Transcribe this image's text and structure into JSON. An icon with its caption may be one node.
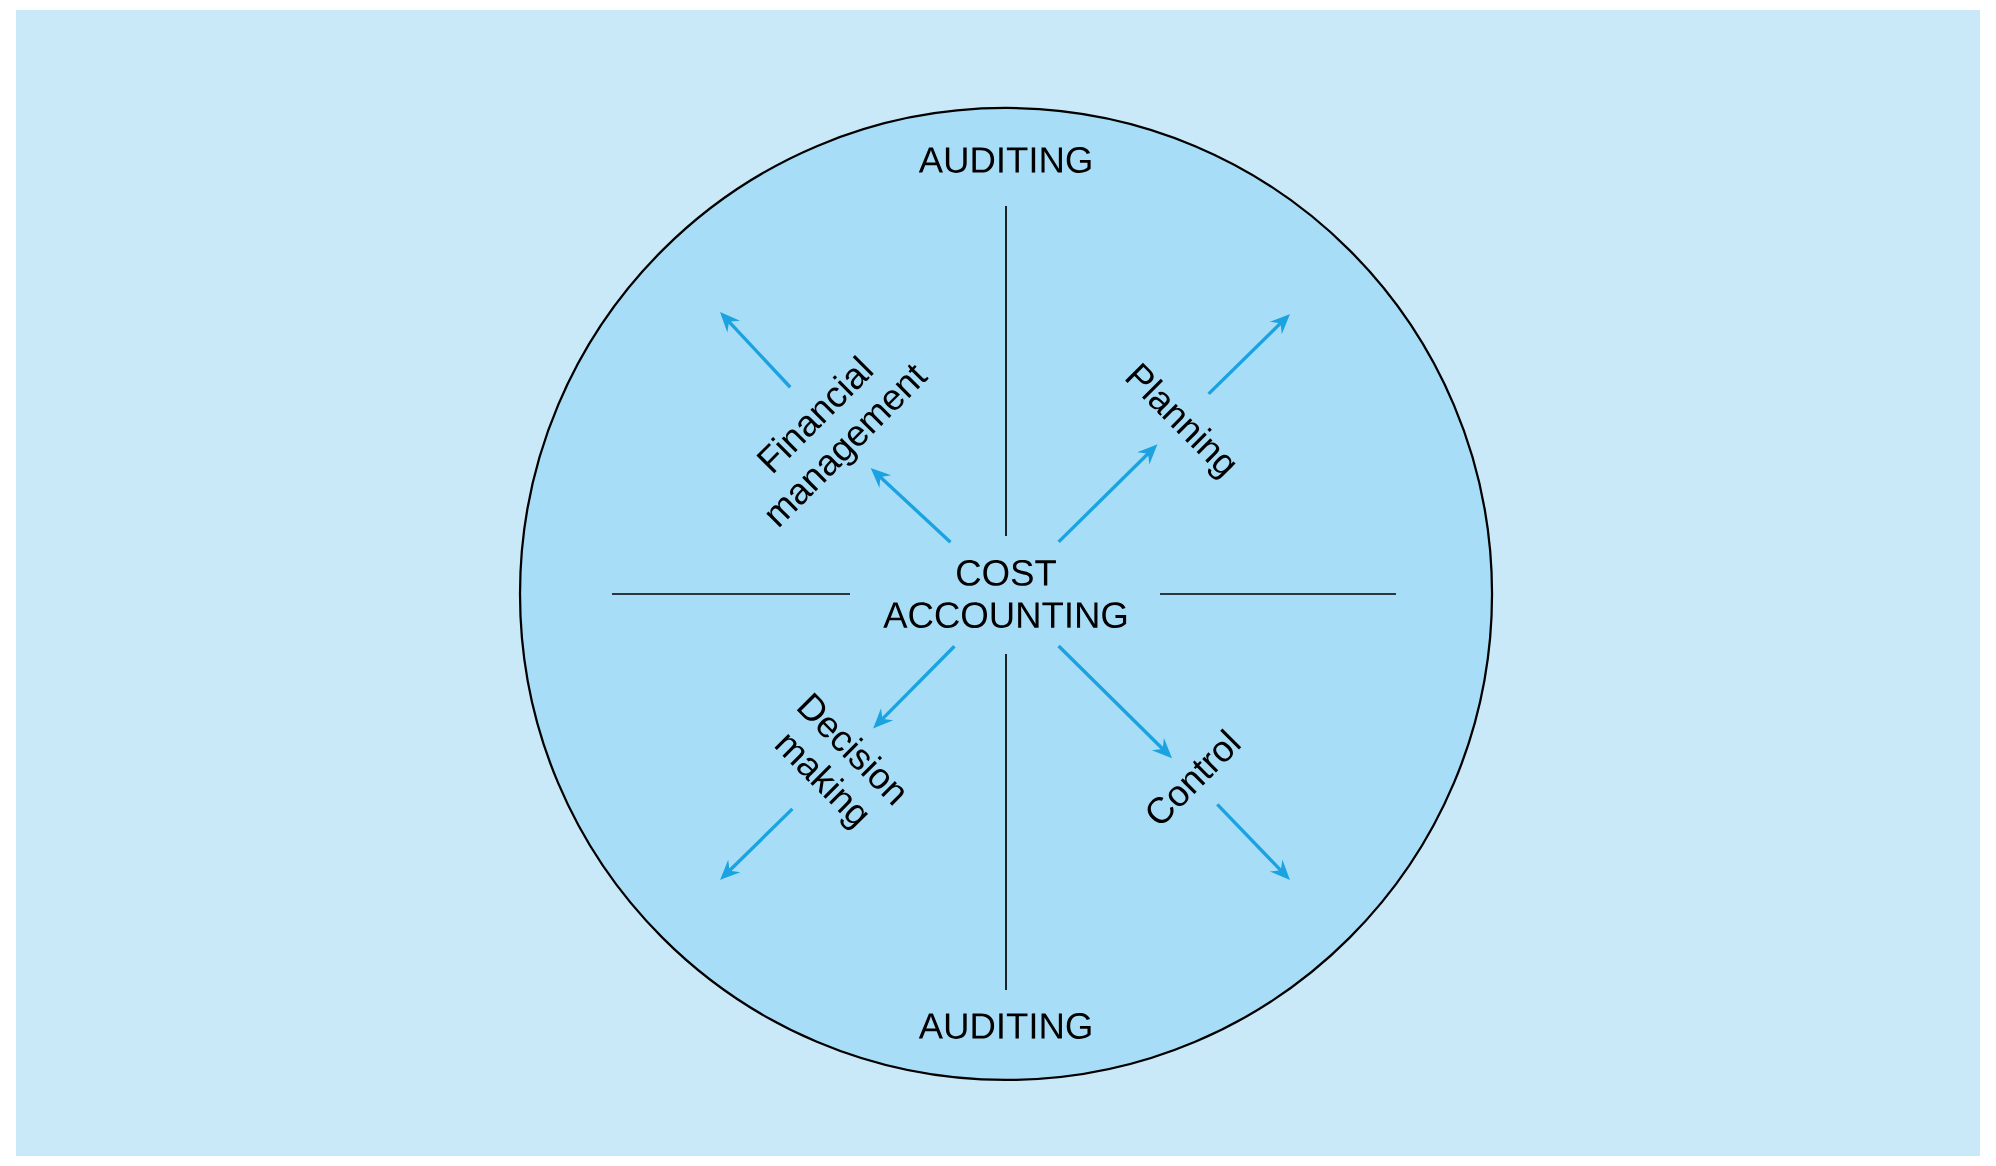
{
  "diagram": {
    "nodes": [
      {
        "text": [
          "AUDITING",
          "AUDITING"
        ]
      },
      {
        "text": [
          "COST ACCOUNTING"
        ],
        "in": 0
      },
      {
        "text": [
          "Financial management"
        ],
        "in": 0
      },
      {
        "text": [
          "Planning"
        ],
        "in": 0
      },
      {
        "text": [
          "Decision making"
        ],
        "in": 0
      },
      {
        "text": [
          "Control"
        ],
        "in": 0
      }
    ],
    "edges": [
      {
        "from": 1,
        "to": 2,
        "arrow": "to"
      },
      {
        "from": 1,
        "to": 3,
        "arrow": "to"
      },
      {
        "from": 1,
        "to": 4,
        "arrow": "to"
      },
      {
        "from": 1,
        "to": 5,
        "arrow": "to"
      },
      {
        "from": 2,
        "to": null,
        "arrow": "to"
      },
      {
        "from": 3,
        "to": null,
        "arrow": "to"
      },
      {
        "from": 4,
        "to": null,
        "arrow": "to"
      },
      {
        "from": 5,
        "to": null,
        "arrow": "to"
      }
    ]
  }
}
